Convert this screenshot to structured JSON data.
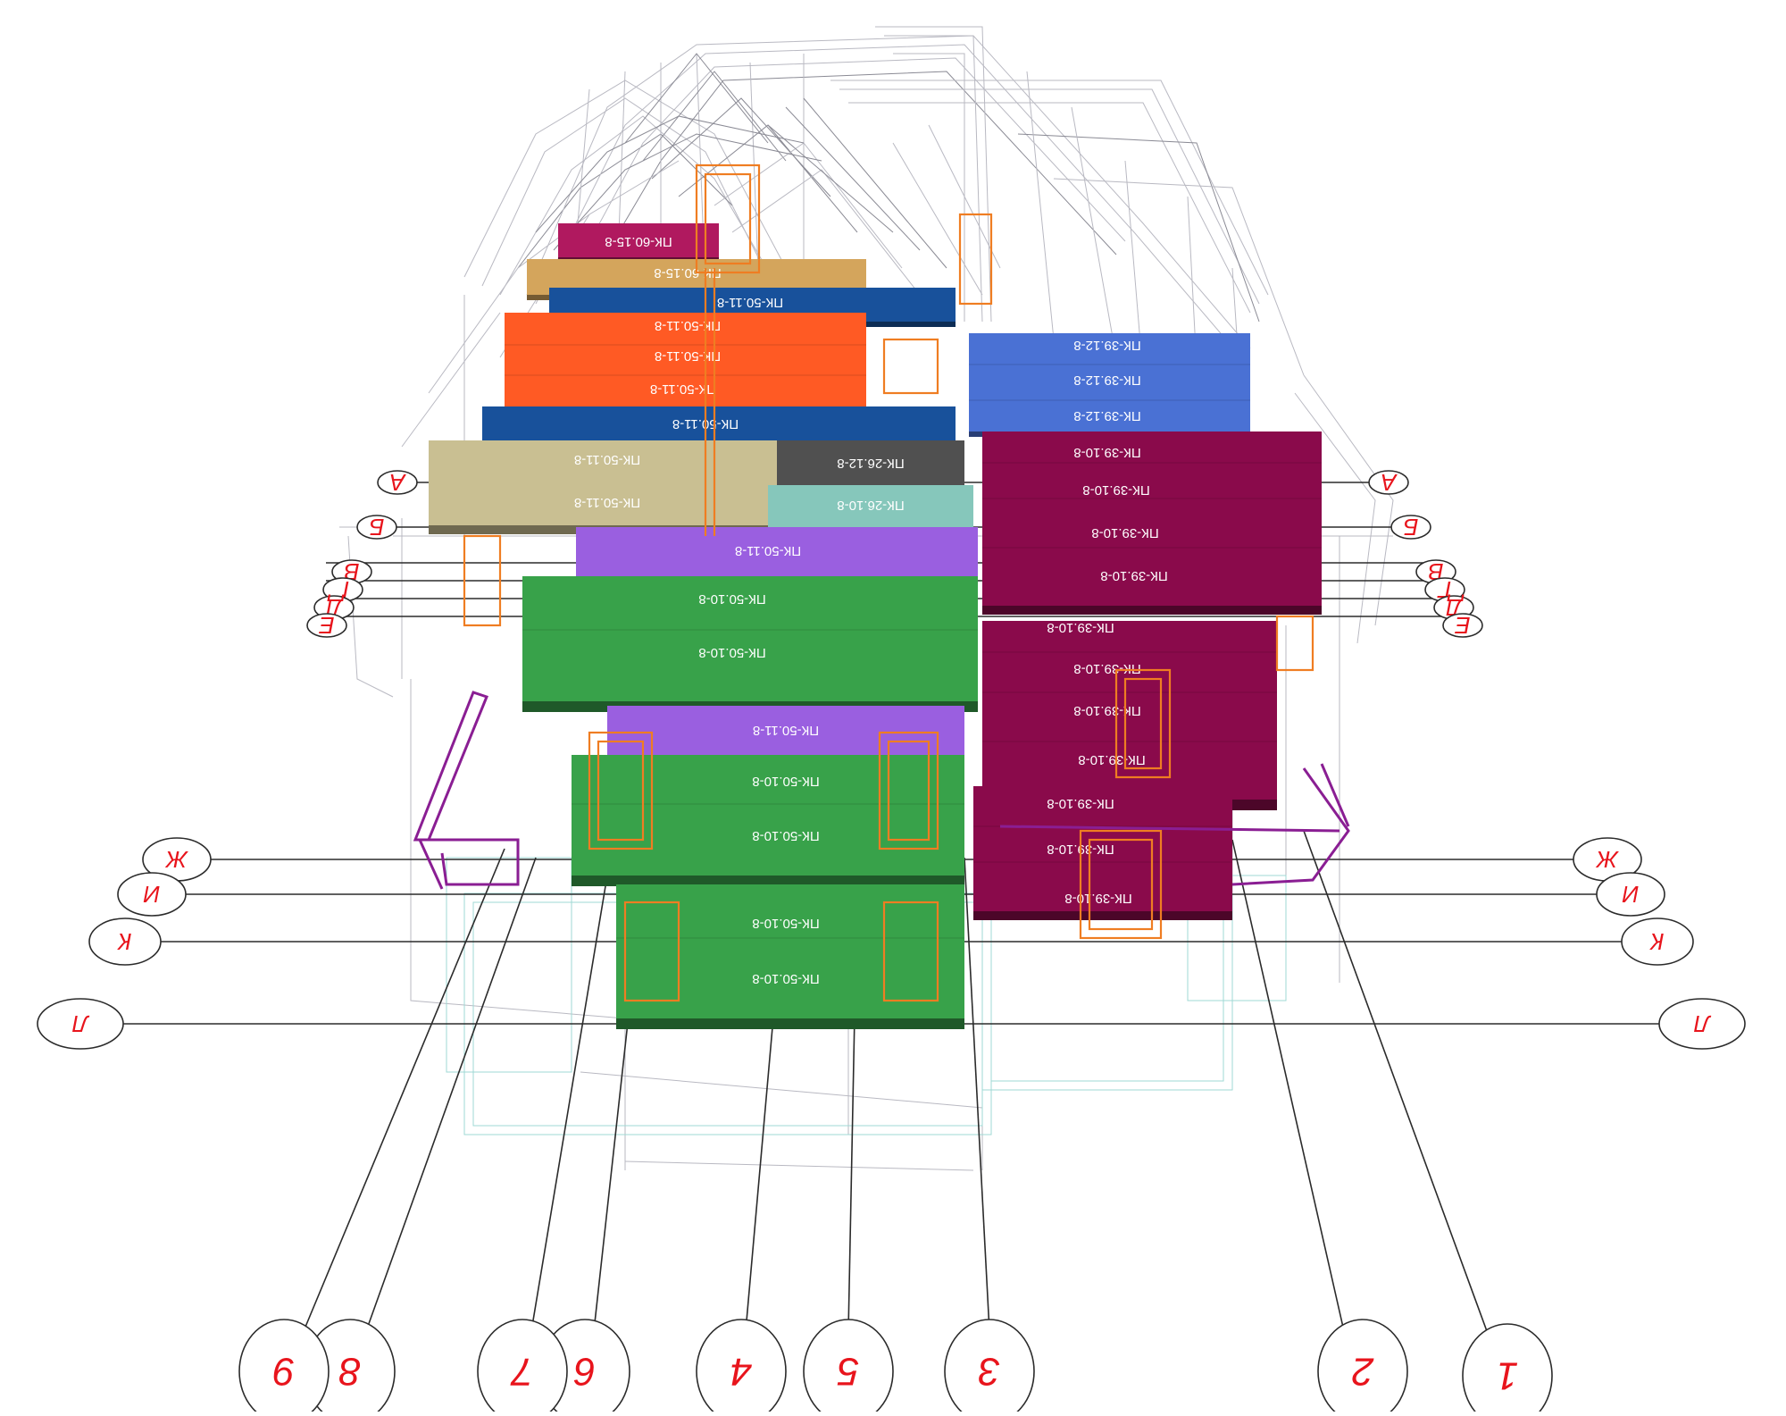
{
  "colors": {
    "magenta": "#b0195f",
    "tan": "#d4a55c",
    "blue_dark": "#18519b",
    "orange_red": "#ff5a24",
    "blue_light": "#4a71d4",
    "maroon": "#8a0a4b",
    "khaki": "#c9bf92",
    "grey_dark": "#505050",
    "teal_light": "#86c7bb",
    "violet": "#9a5fe0",
    "green": "#38a24a",
    "orange_accent": "#ef7d22",
    "purple_rail": "#8a1e93",
    "marker_red": "#e8141c"
  },
  "slabs": [
    {
      "label": "ПК-60.15-8",
      "color": "magenta"
    },
    {
      "label": "ПК-60.15-8",
      "color": "tan"
    },
    {
      "label": "ПК-50.11-8",
      "color": "blue_dark"
    },
    {
      "label": "ПК-50.11-8",
      "color": "orange_red"
    },
    {
      "label": "ПК-50.11-8",
      "color": "orange_red"
    },
    {
      "label": "ПК-50.11-8",
      "color": "orange_red"
    },
    {
      "label": "ПК-50.11-8",
      "color": "blue_dark"
    },
    {
      "label": "ПК-26.12-8",
      "color": "grey_dark"
    },
    {
      "label": "ПК-50.11-8",
      "color": "khaki"
    },
    {
      "label": "ПК-50.11-8",
      "color": "khaki"
    },
    {
      "label": "ПК-26.10-8",
      "color": "teal_light"
    },
    {
      "label": "ПК-50.11-8",
      "color": "violet"
    },
    {
      "label": "ПК-50.10-8",
      "color": "green"
    },
    {
      "label": "ПК-50.10-8",
      "color": "green"
    },
    {
      "label": "ПК-39.12-8",
      "color": "blue_light"
    },
    {
      "label": "ПК-39.12-8",
      "color": "blue_light"
    },
    {
      "label": "ПК-39.12-8",
      "color": "blue_light"
    },
    {
      "label": "ПК-39.10-8",
      "color": "maroon"
    },
    {
      "label": "ПК-39.10-8",
      "color": "maroon"
    },
    {
      "label": "ПК-39.10-8",
      "color": "maroon"
    },
    {
      "label": "ПК-39.10-8",
      "color": "maroon"
    },
    {
      "label": "ПК-39.10-8",
      "color": "maroon"
    },
    {
      "label": "ПК-39.10-8",
      "color": "maroon"
    },
    {
      "label": "ПК-39.10-8",
      "color": "maroon"
    },
    {
      "label": "ПК-39.10-8",
      "color": "maroon"
    },
    {
      "label": "ПК-50.11-8",
      "color": "violet"
    },
    {
      "label": "ПК-50.10-8",
      "color": "green"
    },
    {
      "label": "ПК-50.10-8",
      "color": "green"
    },
    {
      "label": "ПК-39.10-8",
      "color": "maroon"
    },
    {
      "label": "ПК-39.10-8",
      "color": "maroon"
    },
    {
      "label": "ПК-39.10-8",
      "color": "maroon"
    },
    {
      "label": "ПК-50.10-8",
      "color": "green"
    },
    {
      "label": "ПК-50.10-8",
      "color": "green"
    }
  ],
  "axes_letters": [
    "А",
    "Б",
    "В",
    "Г",
    "Д",
    "Е",
    "Ж",
    "И",
    "К",
    "Л"
  ],
  "axes_numbers": [
    "1",
    "2",
    "3",
    "4",
    "5",
    "6",
    "7",
    "8",
    "9"
  ]
}
